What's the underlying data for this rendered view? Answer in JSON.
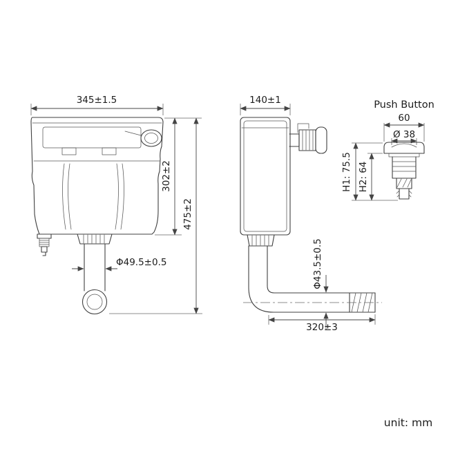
{
  "front": {
    "width": "345±1.5",
    "body_height": "302±2",
    "total_height": "475±2",
    "outlet_dia": "Φ49.5±0.5"
  },
  "side": {
    "depth": "140±1",
    "pipe_dia": "Φ43.5±0.5",
    "pipe_length": "320±3"
  },
  "button": {
    "title": "Push Button",
    "width": "60",
    "dia": "Ø 38",
    "h1": "H1: 75.5",
    "h2": "H2: 64"
  },
  "unit": "unit: mm"
}
